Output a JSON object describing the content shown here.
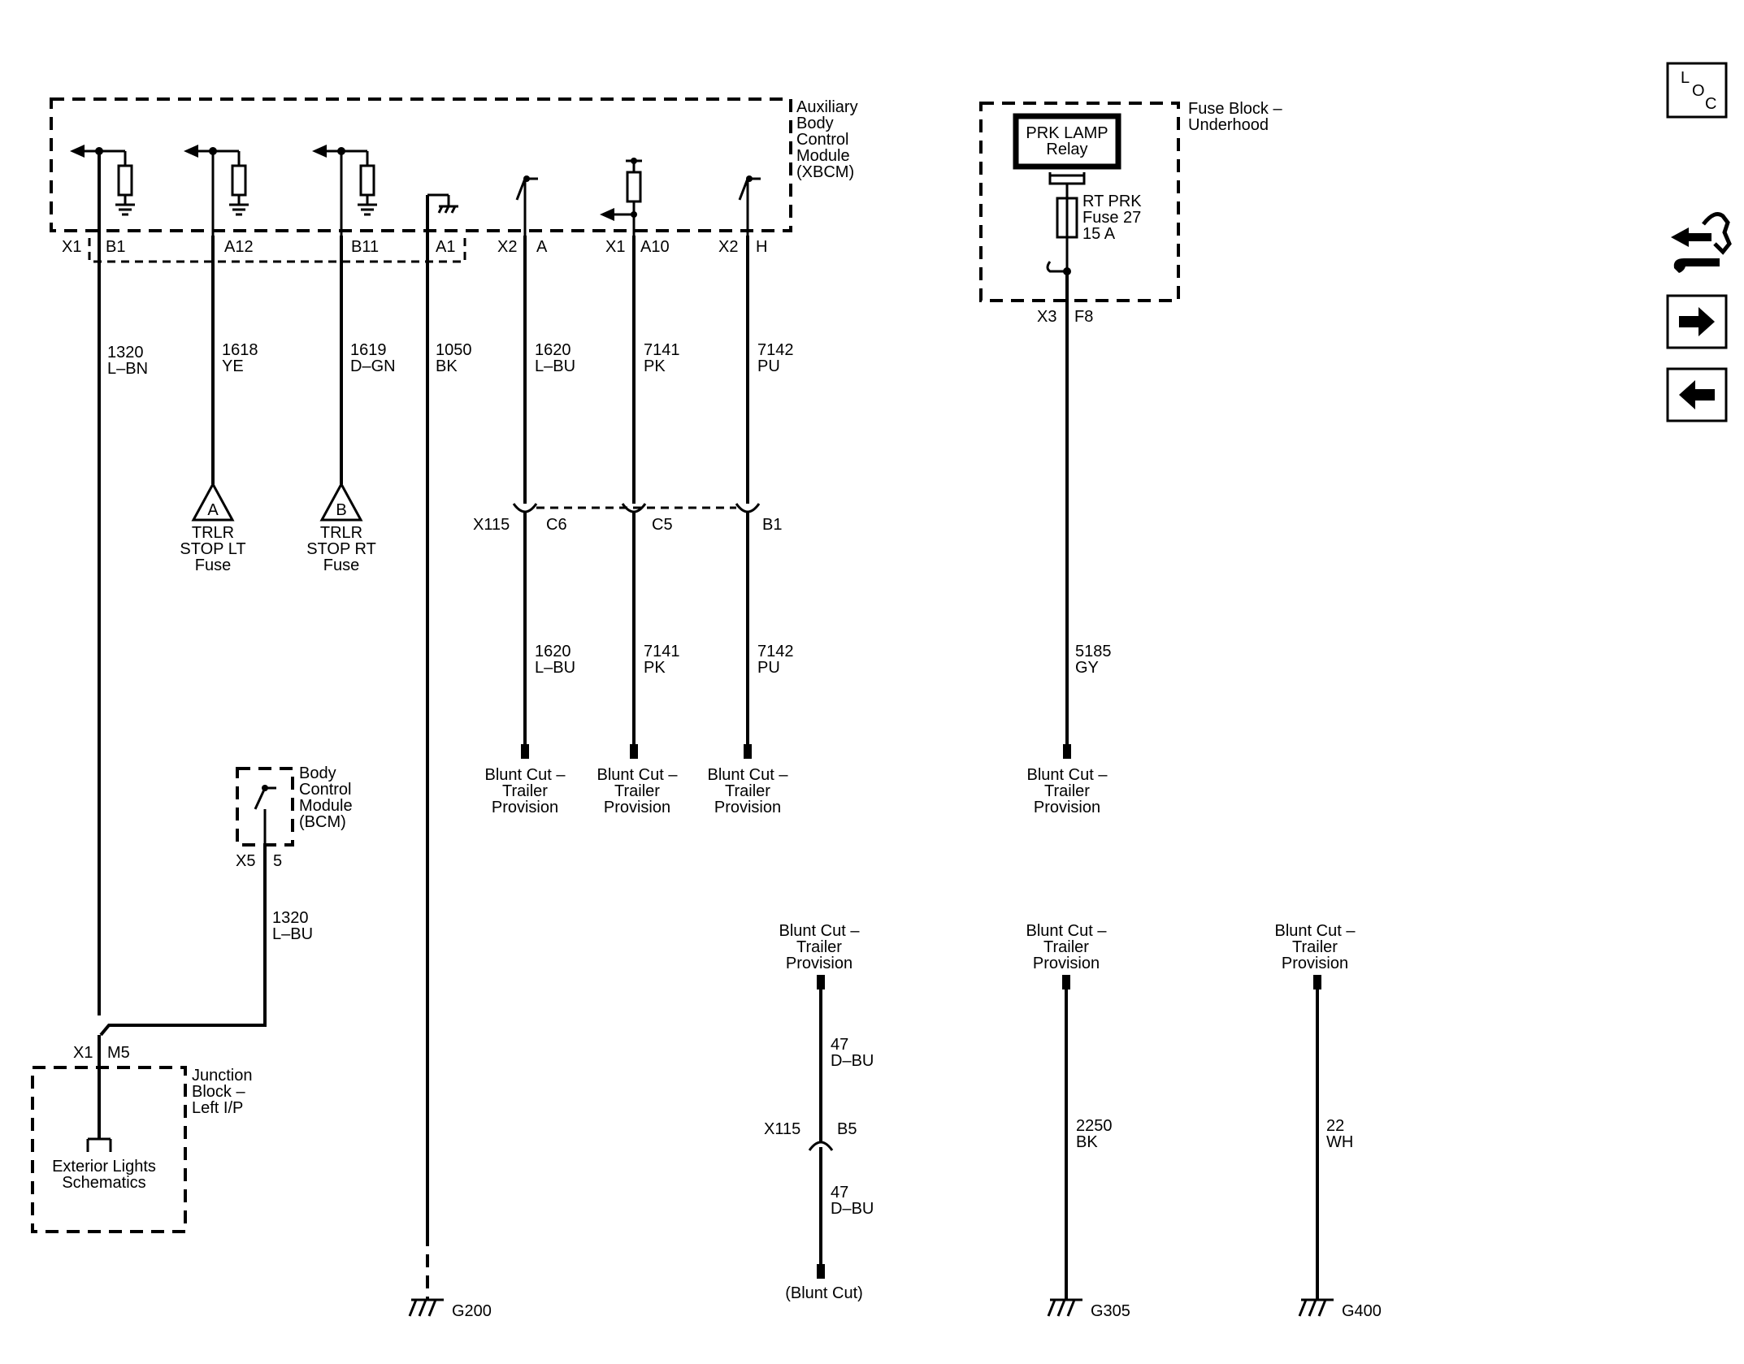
{
  "modules": {
    "xbcm": "Auxiliary\nBody\nControl\nModule\n(XBCM)",
    "fuse_block": "Fuse Block –\nUnderhood",
    "bcm": "Body\nControl\nModule\n(BCM)",
    "junction_block": "Junction\nBlock –\nLeft I/P",
    "exterior_lights": "Exterior Lights\nSchematics"
  },
  "relay": {
    "name": "PRK LAMP\nRelay"
  },
  "fuse": {
    "label": "RT PRK\nFuse 27\n15 A"
  },
  "connectors": {
    "xbcm_x1": "X1",
    "xbcm_b1": "B1",
    "xbcm_a12": "A12",
    "xbcm_b11": "B11",
    "xbcm_a1": "A1",
    "xbcm_x2a_conn": "X2",
    "xbcm_x2a_pin": "A",
    "xbcm_x1a10_conn": "X1",
    "xbcm_x1a10_pin": "A10",
    "xbcm_x2h_conn": "X2",
    "xbcm_x2h_pin": "H",
    "fuse_x3": "X3",
    "fuse_f8": "F8",
    "x115_top": "X115",
    "x115_c6": "C6",
    "x115_c5": "C5",
    "x115_b1": "B1",
    "bcm_x5": "X5",
    "bcm_pin5": "5",
    "jb_x1": "X1",
    "jb_m5": "M5",
    "x115_bottom": "X115",
    "x115_b5": "B5"
  },
  "wires": {
    "w1320_lbn": "1320\nL–BN",
    "w1618": "1618\nYE",
    "w1619": "1619\nD–GN",
    "w1050": "1050\nBK",
    "w1620_top": "1620\nL–BU",
    "w7141_top": "7141\nPK",
    "w7142_top": "7142\nPU",
    "w1620_bot": "1620\nL–BU",
    "w7141_bot": "7141\nPK",
    "w7142_bot": "7142\nPU",
    "w5185": "5185\nGY",
    "w1320_lbu": "1320\nL–BU",
    "w47_top": "47\nD–BU",
    "w47_bot": "47\nD–BU",
    "w2250": "2250\nBK",
    "w22": "22\nWH"
  },
  "references": {
    "ref_a_letter": "A",
    "ref_b_letter": "B",
    "ref_a_label": "TRLR\nSTOP LT\nFuse",
    "ref_b_label": "TRLR\nSTOP RT\nFuse"
  },
  "blunt_cuts": {
    "bc1": "Blunt Cut –\nTrailer\nProvision",
    "bc2": "Blunt Cut –\nTrailer\nProvision",
    "bc3": "Blunt Cut –\nTrailer\nProvision",
    "bc4": "Blunt Cut –\nTrailer\nProvision",
    "bc5": "Blunt Cut –\nTrailer\nProvision",
    "bc6": "Blunt Cut –\nTrailer\nProvision",
    "bc7": "Blunt Cut –\nTrailer\nProvision",
    "blunt_end": "(Blunt Cut)"
  },
  "grounds": {
    "g200": "G200",
    "g305": "G305",
    "g400": "G400"
  },
  "nav": {
    "loc_l": "L",
    "loc_o": "O",
    "loc_c": "C",
    "icons": [
      "connector-wrench-icon",
      "arrow-right-icon",
      "arrow-left-icon"
    ]
  }
}
